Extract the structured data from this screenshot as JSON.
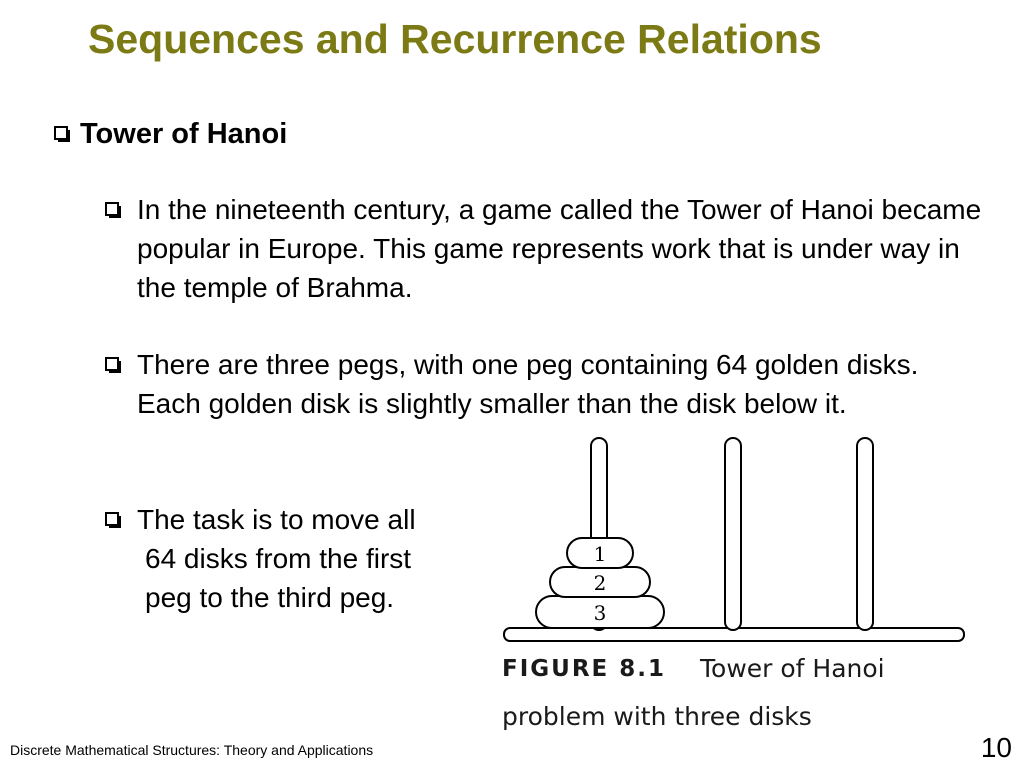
{
  "slide": {
    "title": "Sequences and Recurrence Relations",
    "heading": "Tower of Hanoi",
    "bullets": [
      "In the nineteenth century, a game called the Tower of Hanoi became popular in Europe. This game represents work that is under way in the temple of Brahma.",
      "There are three pegs, with one peg containing 64 golden disks. Each golden disk is slightly smaller than the disk below it."
    ],
    "bullet3_line1": "The task is to move all",
    "bullet3_line2": "64 disks from the first",
    "bullet3_line3": "peg to the third peg."
  },
  "figure": {
    "label": "FIGURE 8.1",
    "title_line1": "Tower of Hanoi",
    "title_line2": "problem with three disks",
    "disks": [
      "1",
      "2",
      "3"
    ]
  },
  "footer": {
    "course": "Discrete Mathematical Structures: Theory and Applications",
    "page": "10"
  }
}
